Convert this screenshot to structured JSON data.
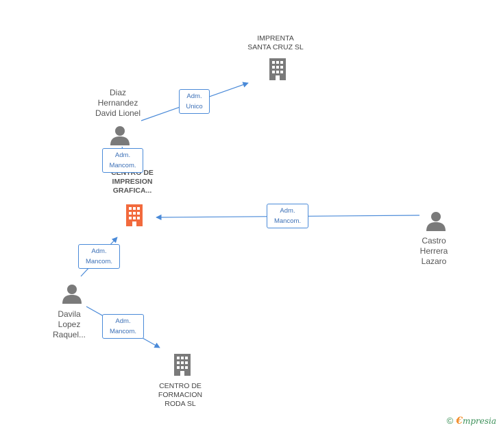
{
  "nodes": {
    "imprenta": {
      "label": [
        "IMPRENTA",
        "SANTA CRUZ SL"
      ]
    },
    "diaz": {
      "label": [
        "Diaz",
        "Hernandez",
        "David Lionel"
      ]
    },
    "centro_impresion": {
      "label": [
        "CENTRO DE",
        "IMPRESION",
        "GRAFICA..."
      ]
    },
    "castro": {
      "label": [
        "Castro",
        "Herrera",
        "Lazaro"
      ]
    },
    "davila": {
      "label": [
        "Davila",
        "Lopez",
        "Raquel..."
      ]
    },
    "centro_formacion": {
      "label": [
        "CENTRO DE",
        "FORMACION",
        "RODA SL"
      ]
    }
  },
  "edges": {
    "diaz_imprenta": [
      "Adm.",
      "Unico"
    ],
    "diaz_centro": [
      "Adm.",
      "Mancom."
    ],
    "castro_centro": [
      "Adm.",
      "Mancom."
    ],
    "davila_centro": [
      "Adm.",
      "Mancom."
    ],
    "davila_formacion": [
      "Adm.",
      "Mancom."
    ]
  },
  "colors": {
    "edge": "#4a8ad8",
    "person_icon": "#7a7a7a",
    "company_icon": "#7a7a7a",
    "focus_company_icon": "#f26a3d"
  },
  "footer": {
    "copyright": "©",
    "brand_initial": "€",
    "brand_rest": "mpresia"
  }
}
